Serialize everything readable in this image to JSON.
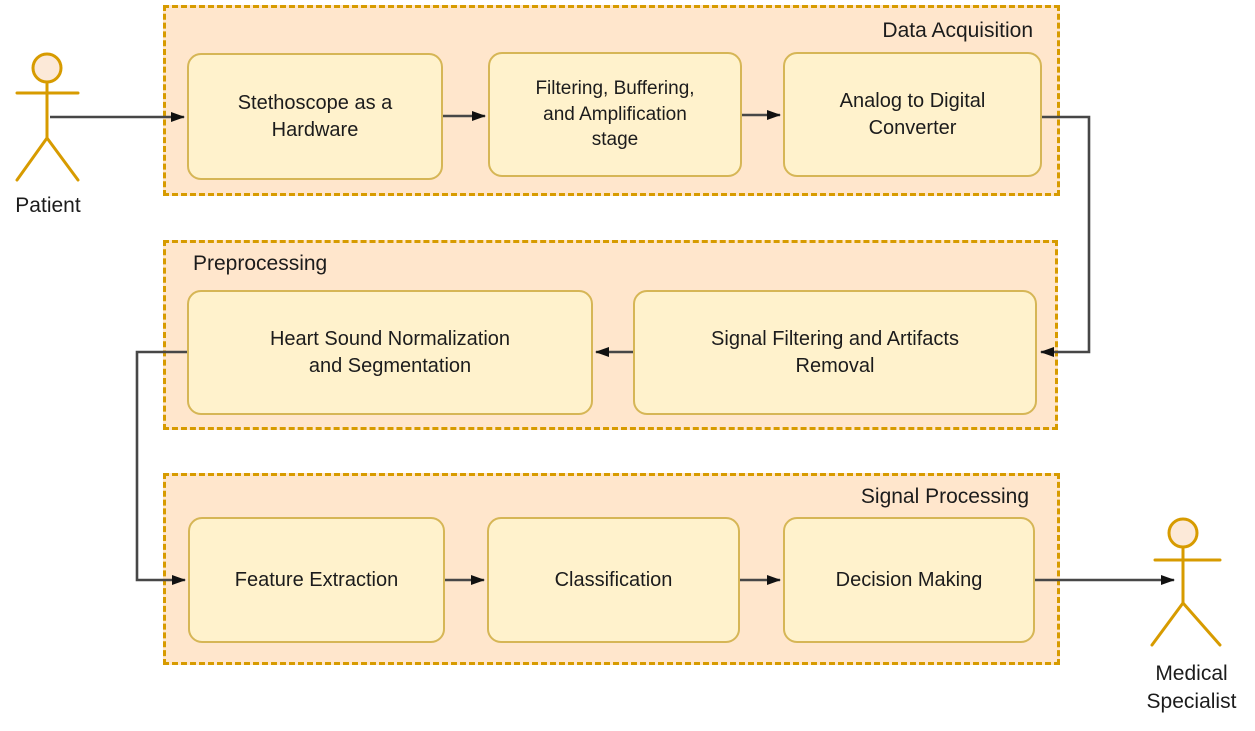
{
  "actors": {
    "patient": {
      "label": "Patient"
    },
    "medical_specialist": {
      "label": "Medical\nSpecialist"
    }
  },
  "groups": {
    "data_acquisition": {
      "label": "Data Acquisition",
      "label_position": "top-right"
    },
    "preprocessing": {
      "label": "Preprocessing",
      "label_position": "top-left"
    },
    "signal_processing": {
      "label": "Signal Processing",
      "label_position": "top-right"
    }
  },
  "nodes": {
    "stethoscope": {
      "label": "Stethoscope as a\nHardware",
      "group": "data_acquisition"
    },
    "filtering_stage": {
      "label": "Filtering, Buffering,\nand Amplification\nstage",
      "group": "data_acquisition"
    },
    "adc": {
      "label": "Analog to Digital\nConverter",
      "group": "data_acquisition"
    },
    "normalization": {
      "label": "Heart Sound Normalization\nand Segmentation",
      "group": "preprocessing"
    },
    "artifact_removal": {
      "label": "Signal Filtering and Artifacts\nRemoval",
      "group": "preprocessing"
    },
    "feature_extraction": {
      "label": "Feature Extraction",
      "group": "signal_processing"
    },
    "classification": {
      "label": "Classification",
      "group": "signal_processing"
    },
    "decision_making": {
      "label": "Decision Making",
      "group": "signal_processing"
    }
  },
  "flow": [
    {
      "from": "patient",
      "to": "stethoscope"
    },
    {
      "from": "stethoscope",
      "to": "filtering_stage"
    },
    {
      "from": "filtering_stage",
      "to": "adc"
    },
    {
      "from": "adc",
      "to": "artifact_removal"
    },
    {
      "from": "artifact_removal",
      "to": "normalization"
    },
    {
      "from": "normalization",
      "to": "feature_extraction"
    },
    {
      "from": "feature_extraction",
      "to": "classification"
    },
    {
      "from": "classification",
      "to": "decision_making"
    },
    {
      "from": "decision_making",
      "to": "medical_specialist"
    }
  ],
  "colors": {
    "group_fill": "#FFE6CC",
    "group_border": "#D79B00",
    "node_fill": "#FFF2CC",
    "node_border": "#D6B656",
    "actor_stroke": "#D79B00",
    "actor_head_fill": "#FCE9D8",
    "edge_line": "#474747",
    "arrowhead": "#111111",
    "text": "#1C1C1C"
  }
}
